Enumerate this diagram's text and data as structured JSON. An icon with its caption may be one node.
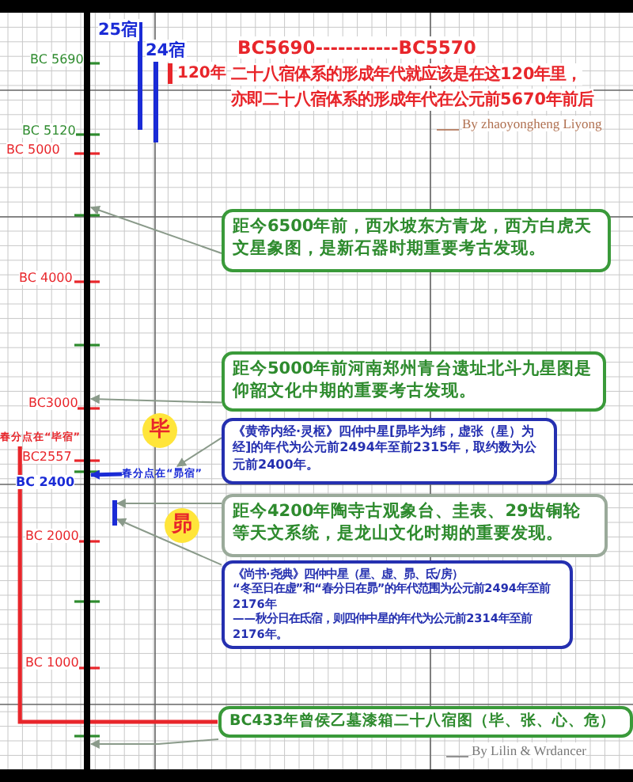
{
  "diagram": {
    "nodes": [
      {
        "text": [
          "距今6500年前，西水坡东方青龙，西方白虎天文星象图，是新石器时期重要考古发现。"
        ]
      },
      {
        "text": [
          "距今5000年前河南郑州青台遗址北斗九星图是仰韶文化中期的重要考古发现。"
        ]
      },
      {
        "text": [
          "《黄帝内经·灵枢》四仲中星[昴毕为纬，虚张（星）为经]的年代为公元前2494年至前2315年，取约数为公元前2400年。"
        ]
      },
      {
        "text": [
          "毕"
        ]
      },
      {
        "text": [
          "春分点在“毕宿”"
        ]
      },
      {
        "text": [
          "春分点在“昴宿”"
        ]
      },
      {
        "text": [
          "距今4200年陶寺古观象台、圭表、29齿铜轮等天文系统，是龙山文化时期的重要发现。"
        ]
      },
      {
        "text": [
          "昴"
        ]
      },
      {
        "text": [
          "《尚书·尧典》四仲中星（星、虚、昴、氐/房）",
          "“冬至日在虚”和“春分日在昴”的年代范围为公元前2494年至前2176年",
          "——秋分日在氐宿，则四仲中星的年代为公元前2314年至前2176年。"
        ]
      },
      {
        "text": [
          "BC433年曾侯乙墓漆箱二十八宿图（毕、张、心、危）"
        ]
      },
      {
        "text": [],
        "shape": "bar"
      },
      {
        "text": [],
        "shape": "bar"
      }
    ],
    "edges": [
      {
        "from": 0,
        "to": 10,
        "arrow": "to"
      },
      {
        "from": 1,
        "to": 10,
        "arrow": "to"
      },
      {
        "from": 2,
        "to": 5,
        "arrow": "to"
      },
      {
        "from": 5,
        "to": 10,
        "arrow": "to",
        "color": "#1a2bd6",
        "style": "thick"
      },
      {
        "from": 6,
        "to": 11,
        "arrow": "to"
      },
      {
        "from": 8,
        "to": 11,
        "arrow": "to"
      },
      {
        "from": 9,
        "to": 10,
        "arrow": "to"
      },
      {
        "from": 4,
        "to": 9,
        "arrow": "none",
        "color": "#e8262b",
        "style": "thick"
      }
    ],
    "labels": [
      "25宿",
      "24宿",
      "120年",
      "BC5690-----------BC5570",
      "二十八宿体系的形成年代就应该是在这120年里，",
      "亦即二十八宿体系的形成年代在公元前5670年前后",
      "By zhaoyongheng Liyong",
      "BC 5690",
      "BC 5120",
      "BC 5000",
      "BC 4000",
      "BC3000",
      "BC2557",
      "BC 2400",
      "BC 2000",
      "BC 1000",
      "By Lilin & Wrdancer"
    ]
  }
}
